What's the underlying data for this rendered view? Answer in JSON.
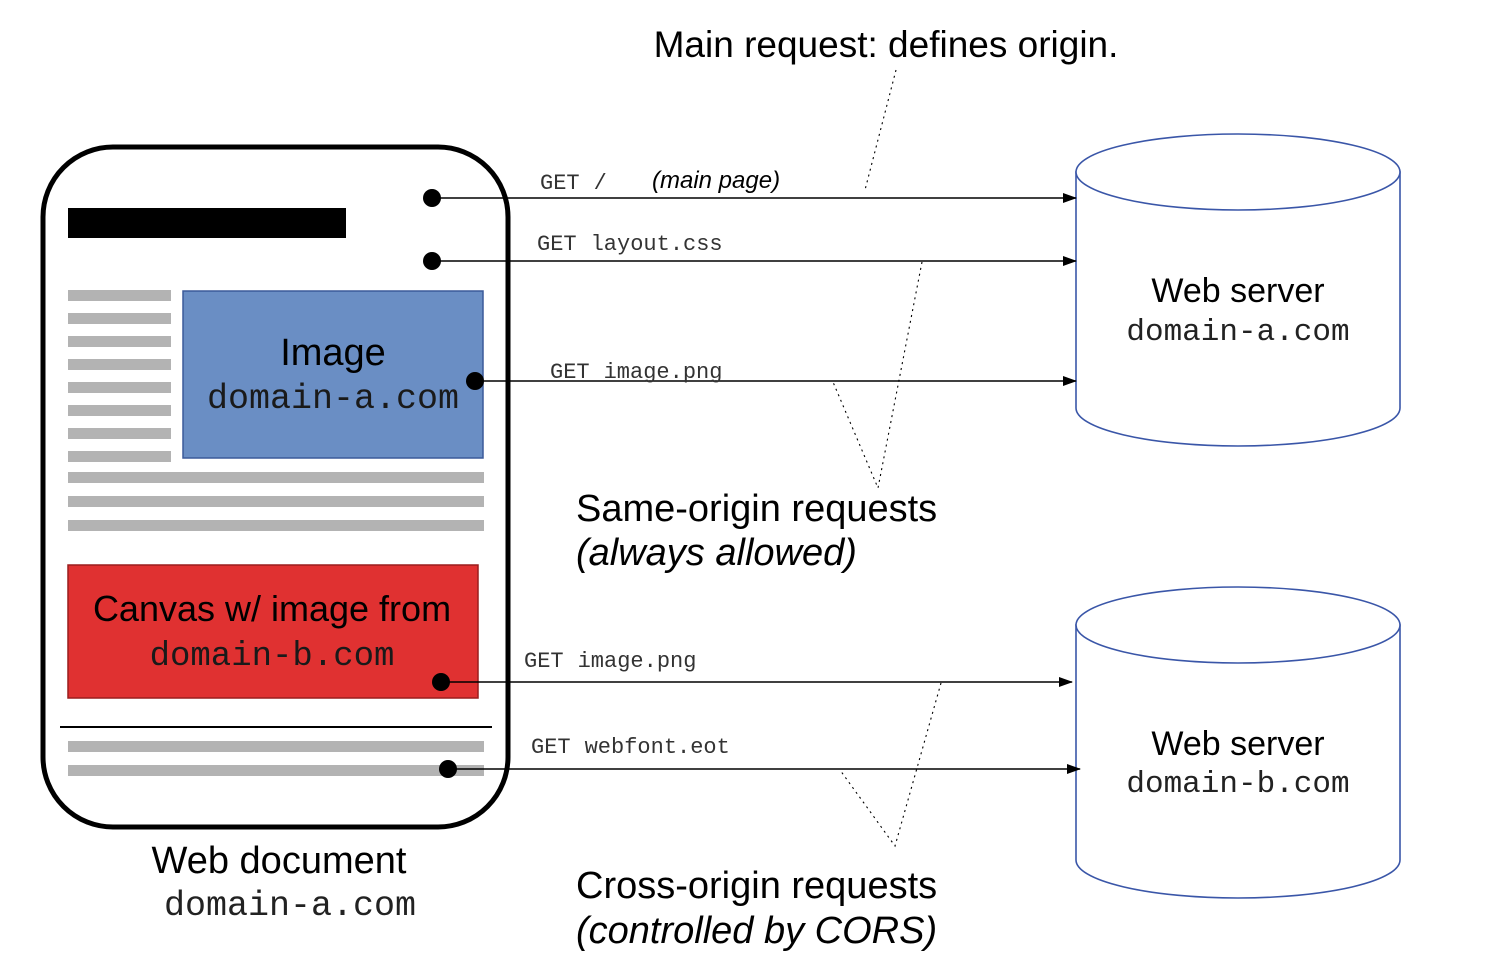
{
  "labels": {
    "main_request": "Main request: defines origin.",
    "same_origin_title": "Same-origin requests",
    "same_origin_note": "(always allowed)",
    "cross_origin_title": "Cross-origin requests",
    "cross_origin_note": "(controlled by CORS)"
  },
  "document": {
    "title": "Web document",
    "domain": "domain-a.com",
    "image_label": "Image",
    "image_domain": "domain-a.com",
    "canvas_label": "Canvas w/ image from",
    "canvas_domain": "domain-b.com"
  },
  "servers": [
    {
      "title": "Web server",
      "domain": "domain-a.com"
    },
    {
      "title": "Web server",
      "domain": "domain-b.com"
    }
  ],
  "requests": [
    {
      "method": "GET",
      "path": "/",
      "note": "(main page)"
    },
    {
      "method": "GET",
      "path": "layout.css",
      "note": ""
    },
    {
      "method": "GET",
      "path": "image.png",
      "note": ""
    },
    {
      "method": "GET",
      "path": "image.png",
      "note": ""
    },
    {
      "method": "GET",
      "path": "webfont.eot",
      "note": ""
    }
  ],
  "colors": {
    "image_box": "#6a8ec4",
    "canvas_box": "#e03131",
    "cylinder_stroke": "#3a56a8",
    "placeholder_lines": "#b3b3b3"
  }
}
